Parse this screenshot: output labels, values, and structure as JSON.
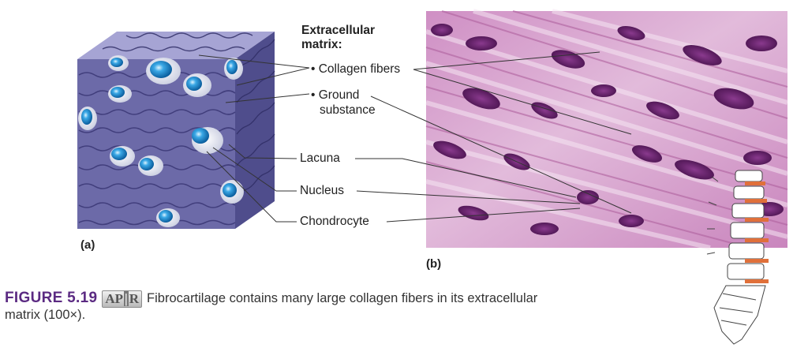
{
  "labels": {
    "extracellular_matrix": "Extracellular matrix:",
    "collagen_fibers": "• Collagen fibers",
    "ground": "• Ground",
    "substance": "substance",
    "lacuna": "Lacuna",
    "nucleus": "Nucleus",
    "chondrocyte": "Chondrocyte",
    "panel_a": "(a)",
    "panel_b": "(b)"
  },
  "caption": {
    "figure_number": "FIGURE 5.19",
    "apr_badge_left": "AP",
    "apr_badge_right": "R",
    "text": "Fibrocartilage contains many large collagen fibers in its extracellular matrix (100×)."
  },
  "colors": {
    "cube_front": "#6c6aa8",
    "cube_top": "#a6a4d4",
    "cube_side": "#4f4d8c",
    "cell_blue": "#1e8fd0",
    "micrograph_bg": "#d7a6cf",
    "nucleus_purple": "#6a2470",
    "caption_accent": "#5b2a82",
    "disc_orange": "#e0703a"
  }
}
